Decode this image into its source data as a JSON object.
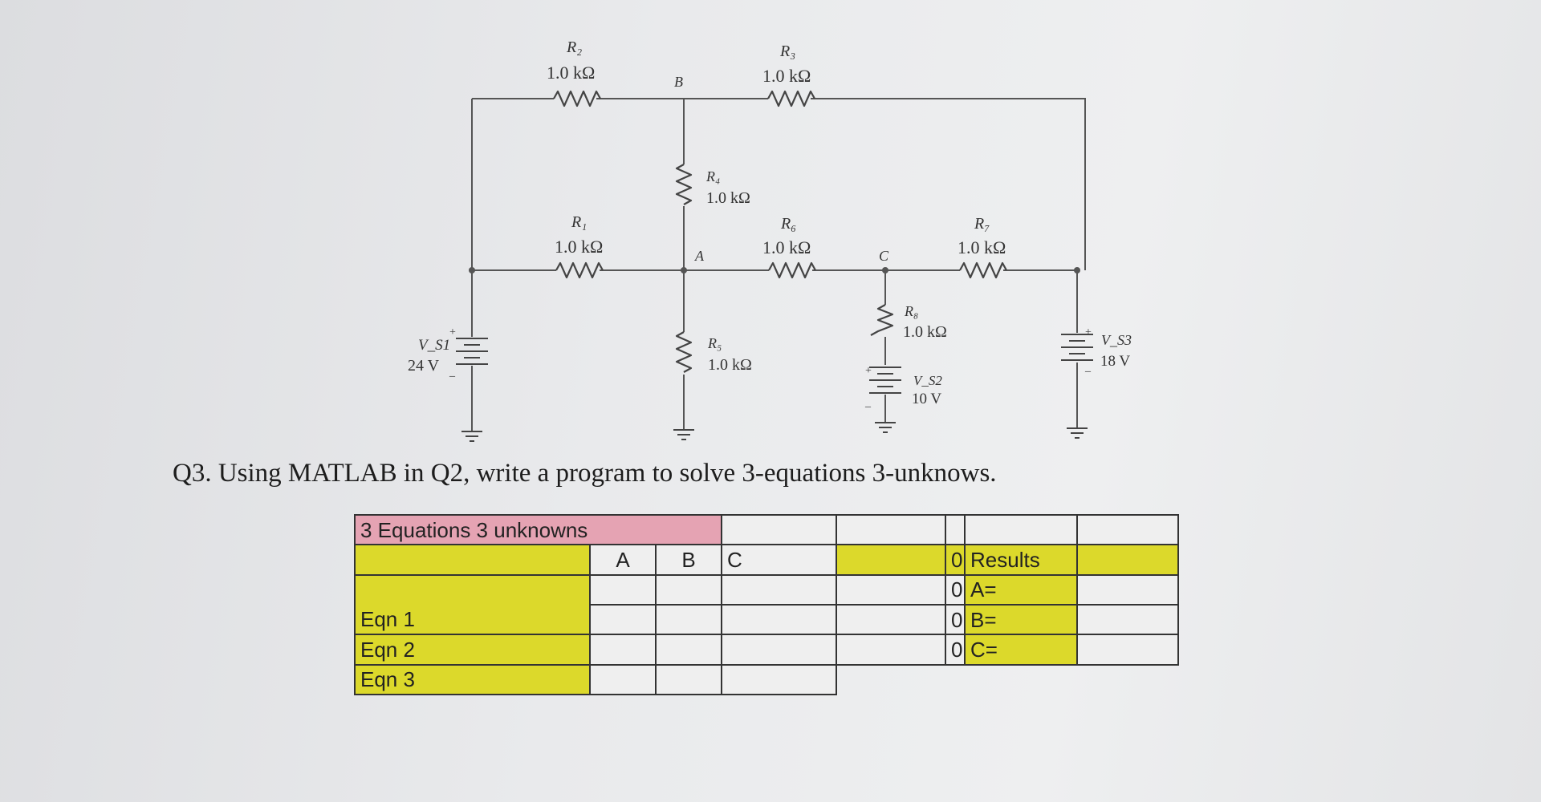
{
  "circuit": {
    "resistors": [
      {
        "name": "R₂",
        "value": "1.0 kΩ"
      },
      {
        "name": "R₃",
        "value": "1.0 kΩ"
      },
      {
        "name": "R₄",
        "value": "1.0 kΩ"
      },
      {
        "name": "R₁",
        "value": "1.0 kΩ"
      },
      {
        "name": "R₆",
        "value": "1.0 kΩ"
      },
      {
        "name": "R₇",
        "value": "1.0 kΩ"
      },
      {
        "name": "R₈",
        "value": "1.0 kΩ"
      },
      {
        "name": "R₅",
        "value": "1.0 kΩ"
      }
    ],
    "nodes": {
      "a": "A",
      "b": "B",
      "c": "C"
    },
    "sources": [
      {
        "name": "V_S1",
        "value": "24 V"
      },
      {
        "name": "V_S2",
        "value": "10 V"
      },
      {
        "name": "V_S3",
        "value": "18 V"
      }
    ]
  },
  "question": "Q3. Using MATLAB in Q2, write a program to solve 3-equations 3-unknows.",
  "sheet": {
    "title": "3 Equations 3 unknowns",
    "col_headers": [
      "A",
      "B",
      "C"
    ],
    "rows": [
      "Eqn 1",
      "Eqn 2",
      "Eqn 3"
    ],
    "zeros": [
      "0",
      "0",
      "0",
      "0"
    ],
    "results_header": "Results",
    "results": [
      "A=",
      "B=",
      "C="
    ]
  },
  "colors": {
    "yellow": "#dcd92b",
    "pink": "#e5a3b3"
  }
}
